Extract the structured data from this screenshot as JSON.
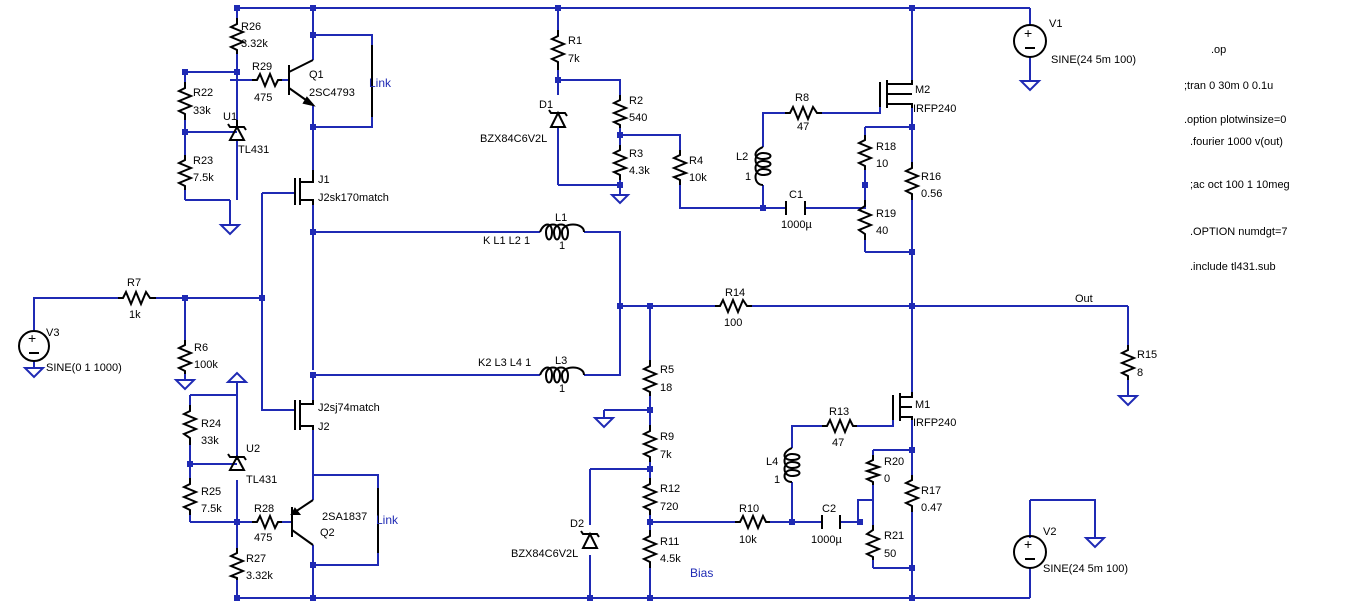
{
  "components": {
    "R26": {
      "name": "R26",
      "value": "3.32k"
    },
    "R29": {
      "name": "R29",
      "value": "475"
    },
    "R22": {
      "name": "R22",
      "value": "33k"
    },
    "R23": {
      "name": "R23",
      "value": "7.5k"
    },
    "U1": {
      "name": "U1",
      "value": "TL431"
    },
    "Q1": {
      "name": "Q1",
      "value": "2SC4793"
    },
    "J1": {
      "name": "J1",
      "value": "J2sk170match"
    },
    "R1": {
      "name": "R1",
      "value": "7k"
    },
    "D1": {
      "name": "D1",
      "value": "BZX84C6V2L"
    },
    "R2": {
      "name": "R2",
      "value": "540"
    },
    "R3": {
      "name": "R3",
      "value": "4.3k"
    },
    "R4": {
      "name": "R4",
      "value": "10k"
    },
    "L2": {
      "name": "L2",
      "value": "1"
    },
    "R8": {
      "name": "R8",
      "value": "47"
    },
    "C1": {
      "name": "C1",
      "value": "1000µ"
    },
    "M2": {
      "name": "M2",
      "value": "IRFP240"
    },
    "R18": {
      "name": "R18",
      "value": "10"
    },
    "R19": {
      "name": "R19",
      "value": "40"
    },
    "R16": {
      "name": "R16",
      "value": "0.56"
    },
    "V1": {
      "name": "V1",
      "value": "SINE(24 5m 100)"
    },
    "L1": {
      "name": "L1",
      "value": "1"
    },
    "L3": {
      "name": "L3",
      "value": "1"
    },
    "R7": {
      "name": "R7",
      "value": "1k"
    },
    "R6": {
      "name": "R6",
      "value": "100k"
    },
    "V3": {
      "name": "V3",
      "value": "SINE(0 1 1000)"
    },
    "R14": {
      "name": "R14",
      "value": "100"
    },
    "R15": {
      "name": "R15",
      "value": "8"
    },
    "R5": {
      "name": "R5",
      "value": "18"
    },
    "R9": {
      "name": "R9",
      "value": "7k"
    },
    "R12": {
      "name": "R12",
      "value": "720"
    },
    "R11": {
      "name": "R11",
      "value": "4.5k"
    },
    "D2": {
      "name": "D2",
      "value": "BZX84C6V2L"
    },
    "R10": {
      "name": "R10",
      "value": "10k"
    },
    "C2": {
      "name": "C2",
      "value": "1000µ"
    },
    "L4": {
      "name": "L4",
      "value": "1"
    },
    "R13": {
      "name": "R13",
      "value": "47"
    },
    "M1": {
      "name": "M1",
      "value": "IRFP240"
    },
    "R20": {
      "name": "R20",
      "value": "0"
    },
    "R21": {
      "name": "R21",
      "value": "50"
    },
    "R17": {
      "name": "R17",
      "value": "0.47"
    },
    "V2": {
      "name": "V2",
      "value": "SINE(24 5m 100)"
    },
    "R24": {
      "name": "R24",
      "value": "33k"
    },
    "R25": {
      "name": "R25",
      "value": "7.5k"
    },
    "U2": {
      "name": "U2",
      "value": "TL431"
    },
    "R28": {
      "name": "R28",
      "value": "475"
    },
    "R27": {
      "name": "R27",
      "value": "3.32k"
    },
    "Q2": {
      "name": "Q2",
      "value": "2SA1837"
    },
    "J2": {
      "name": "J2",
      "value": "J2sj74match"
    }
  },
  "coupling": {
    "k1": "K L1 L2 1",
    "k2": "K2 L3 L4 1"
  },
  "net_labels": {
    "out": "Out",
    "link_top": "Link",
    "link_bottom": "Link",
    "bias": "Bias"
  },
  "directives": [
    ".op",
    ";tran 0 30m 0 0.1u",
    ".option plotwinsize=0",
    ".fourier 1000 v(out)",
    ";ac oct 100 1 10meg",
    ".OPTION numdgt=7",
    ".include tl431.sub"
  ],
  "colors": {
    "wire": "#1f2ab4",
    "component": "#000000",
    "label_blue": "#1f2ab4",
    "background": "#ffffff"
  }
}
